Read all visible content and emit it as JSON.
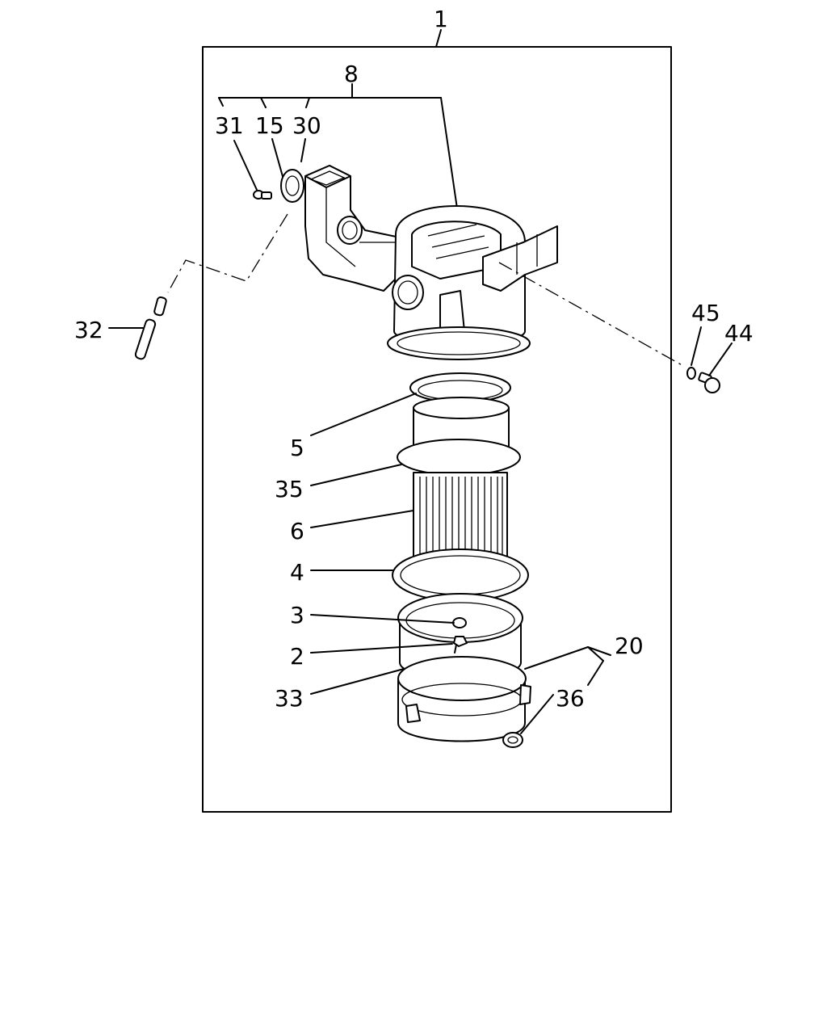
{
  "diagram": {
    "callouts": {
      "c1": "1",
      "c8": "8",
      "c31": "31",
      "c15": "15",
      "c30": "30",
      "c32": "32",
      "c45": "45",
      "c44": "44",
      "c5": "5",
      "c35": "35",
      "c6": "6",
      "c4": "4",
      "c3": "3",
      "c2": "2",
      "c20": "20",
      "c33": "33",
      "c36": "36"
    }
  }
}
